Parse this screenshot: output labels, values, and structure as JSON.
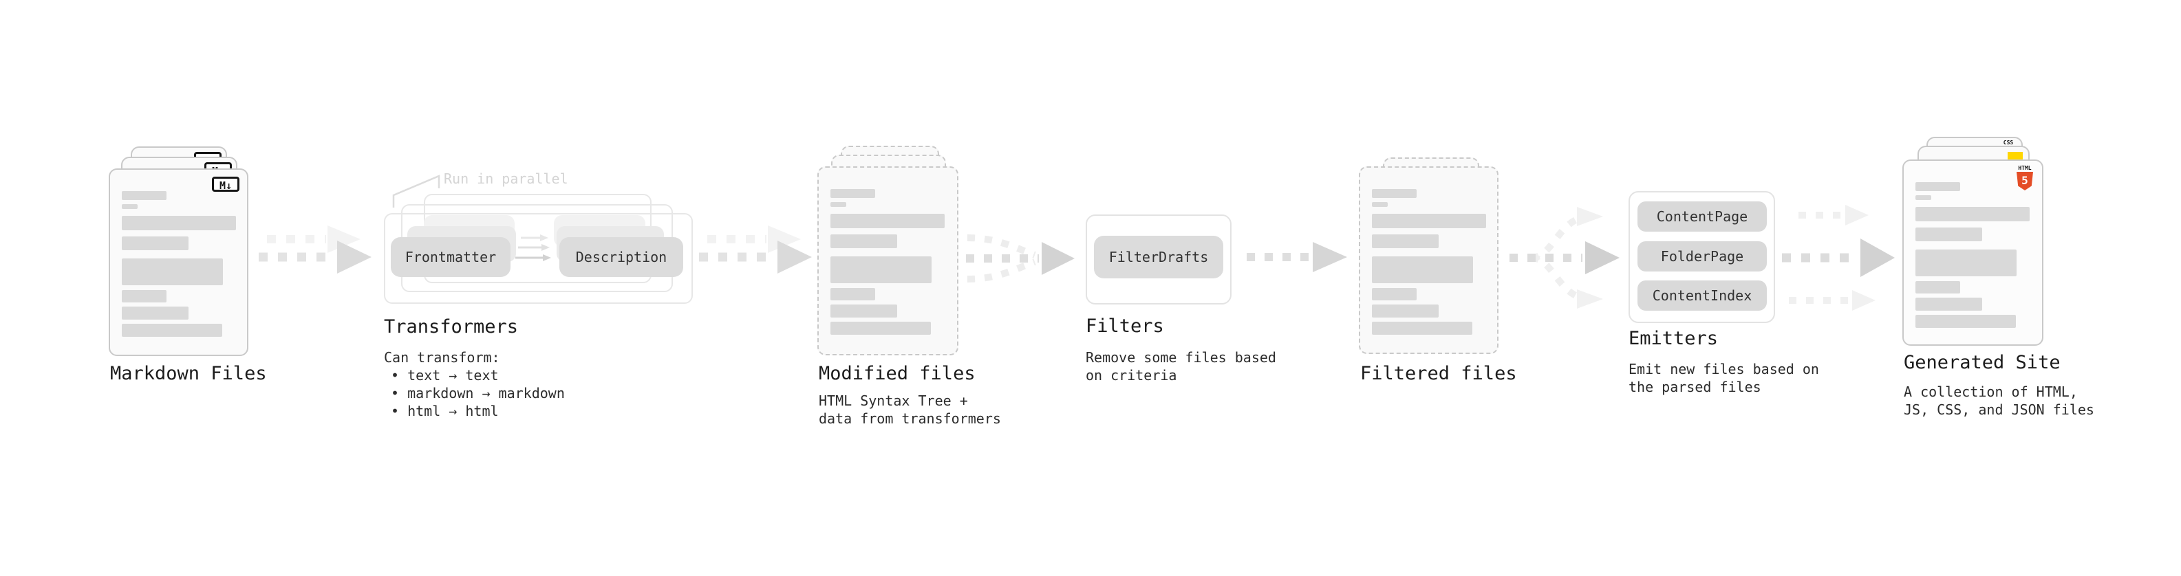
{
  "pipeline": {
    "markdown_files": {
      "label": "Markdown Files",
      "badge": "M↓"
    },
    "transformers": {
      "note": "Run in parallel",
      "box1": "Frontmatter",
      "box2": "Description",
      "label": "Transformers",
      "desc_title": "Can transform:",
      "bullets": [
        "• text → text",
        "• markdown → markdown",
        "• html → html"
      ]
    },
    "modified_files": {
      "label": "Modified files",
      "desc_lines": [
        "HTML Syntax Tree +",
        "data from transformers"
      ]
    },
    "filters": {
      "box": "FilterDrafts",
      "label": "Filters",
      "desc_lines": [
        "Remove some files based",
        "on criteria"
      ]
    },
    "filtered_files": {
      "label": "Filtered files"
    },
    "emitters": {
      "boxes": [
        "ContentPage",
        "FolderPage",
        "ContentIndex"
      ],
      "label": "Emitters",
      "desc_lines": [
        "Emit new files based on",
        "the parsed files"
      ]
    },
    "generated_site": {
      "label": "Generated Site",
      "desc_lines": [
        "A collection of HTML,",
        "JS, CSS, and JSON files"
      ],
      "css_badge": "CSS",
      "html5_badge_word": "HTML",
      "html5_badge_number": "5"
    },
    "colors": {
      "html5_orange": "#e44d26",
      "js_yellow": "#ffd600",
      "css_blue": "#2f6df6"
    }
  }
}
